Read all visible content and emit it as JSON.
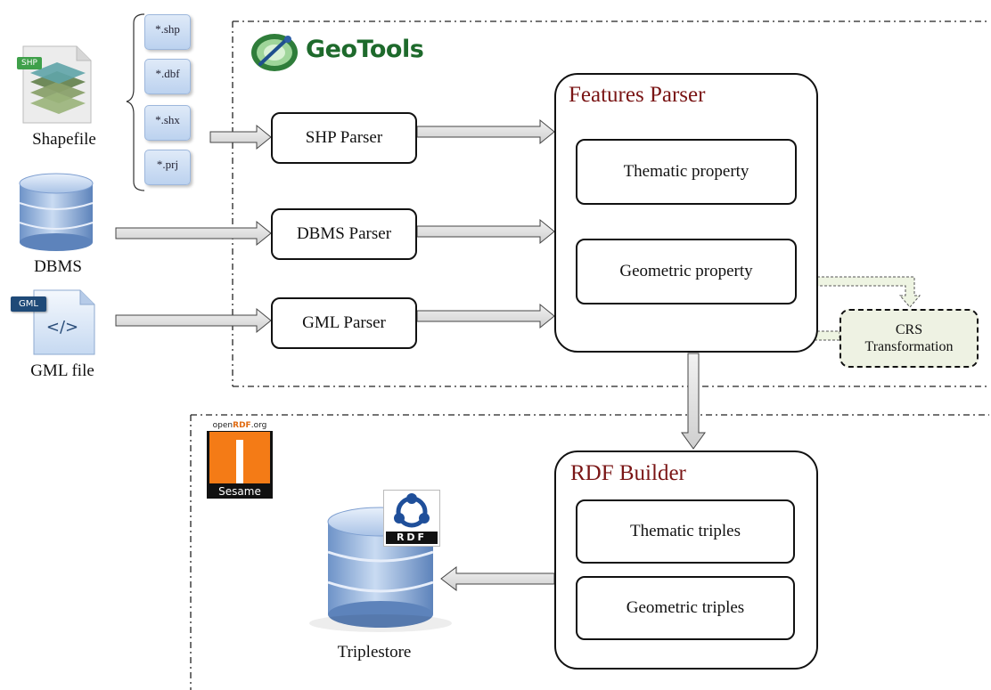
{
  "geotools": {
    "brand": "GeoTools"
  },
  "inputs": {
    "shapefile": "Shapefile",
    "shapefile_tag": "SHP",
    "extensions": [
      "*.shp",
      "*.dbf",
      "*.shx",
      "*.prj"
    ],
    "dbms": "DBMS",
    "gml": "GML file",
    "gml_tag": "GML",
    "gml_symbol": "</>"
  },
  "parsers": {
    "shp": "SHP Parser",
    "dbms": "DBMS Parser",
    "gml": "GML Parser"
  },
  "features_parser": {
    "title": "Features Parser",
    "thematic": "Thematic property",
    "geometric": "Geometric property"
  },
  "crs": {
    "line1": "CRS",
    "line2": "Transformation"
  },
  "rdf_builder": {
    "title": "RDF Builder",
    "thematic": "Thematic triples",
    "geometric": "Geometric triples"
  },
  "sesame": {
    "top_prefix": "open",
    "top_highlight": "RDF",
    "top_suffix": ".org",
    "name": "Sesame"
  },
  "rdf_logo": {
    "text": "RDF"
  },
  "triplestore": {
    "label": "Triplestore"
  },
  "colors": {
    "title": "#7a1515",
    "geotools_green": "#1e6a2c",
    "crs_fill": "#eef2e3",
    "sesame_orange": "#f47b16",
    "database_blue": "#8fb2de",
    "arrow_fill": "#e4e4e4",
    "crs_arrow_fill": "#eef4e2"
  }
}
